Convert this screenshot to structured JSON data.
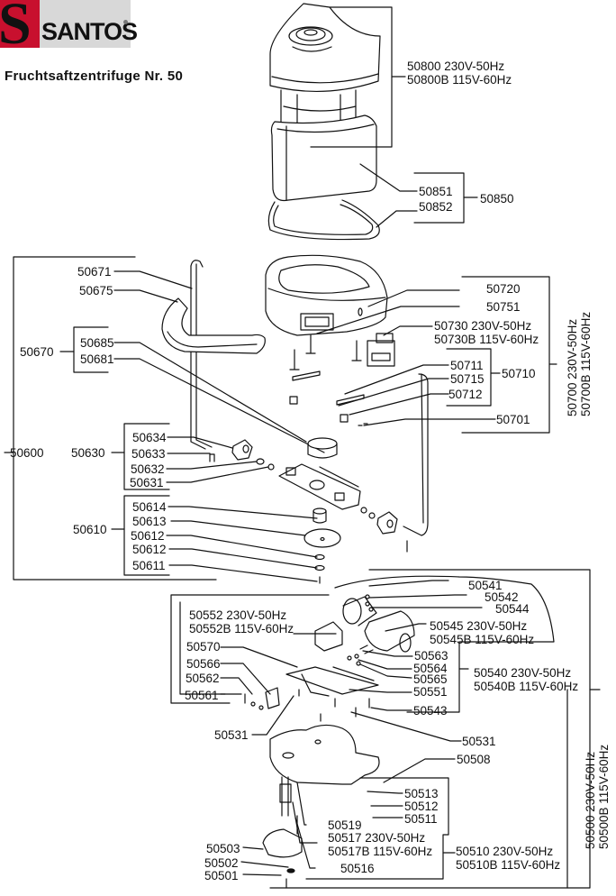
{
  "brand": {
    "name": "SANTOS",
    "logo_letter": "S"
  },
  "title": "Fruchtsaftzentrifuge Nr. 50",
  "groups": {
    "g50800": {
      "line1": "50800 230V-50Hz",
      "line2": "50800B 115V-60Hz"
    },
    "g50850": {
      "label": "50850",
      "parts": [
        "50851",
        "50852"
      ]
    },
    "g50700": {
      "line1": "50700 230V-50Hz",
      "line2": "50700B 115V-60Hz"
    },
    "g50710": {
      "label": "50710",
      "parts": [
        "50711",
        "50715",
        "50712"
      ]
    },
    "g50600": {
      "label": "50600"
    },
    "g50670": {
      "label": "50670",
      "parts": [
        "50685",
        "50681"
      ]
    },
    "g50630": {
      "label": "50630",
      "parts": [
        "50634",
        "50633",
        "50632",
        "50631"
      ]
    },
    "g50610": {
      "label": "50610",
      "parts": [
        "50614",
        "50613",
        "50612",
        "50612",
        "50611"
      ]
    },
    "g50540": {
      "line1": "50540 230V-50Hz",
      "line2": "50540B 115V-60Hz"
    },
    "g50510": {
      "line1": "50510 230V-50Hz",
      "line2": "50510B 115V-60Hz"
    },
    "g50500": {
      "line1": "50500 230V-50Hz",
      "line2": "50500B 115V-60Hz"
    }
  },
  "parts": {
    "p50671": "50671",
    "p50675": "50675",
    "p50720": "50720",
    "p50751": "50751",
    "p50730": {
      "line1": "50730 230V-50Hz",
      "line2": "50730B 115V-60Hz"
    },
    "p50701": "50701",
    "p50541": "50541",
    "p50542": "50542",
    "p50544": "50544",
    "p50545": {
      "line1": "50545 230V-50Hz",
      "line2": "50545B 115V-60Hz"
    },
    "p50552": {
      "line1": "50552 230V-50Hz",
      "line2": "50552B 115V-60Hz"
    },
    "p50570": "50570",
    "p50566": "50566",
    "p50562": "50562",
    "p50561": "50561",
    "p50563": "50563",
    "p50564": "50564",
    "p50565": "50565",
    "p50551": "50551",
    "p50543": "50543",
    "p50531a": "50531",
    "p50531b": "50531",
    "p50508": "50508",
    "p50513": "50513",
    "p50512": "50512",
    "p50511": "50511",
    "p50519": "50519",
    "p50517": {
      "line1": "50517 230V-50Hz",
      "line2": "50517B 115V-60Hz"
    },
    "p50516": "50516",
    "p50503": "50503",
    "p50502": "50502",
    "p50501": "50501"
  }
}
